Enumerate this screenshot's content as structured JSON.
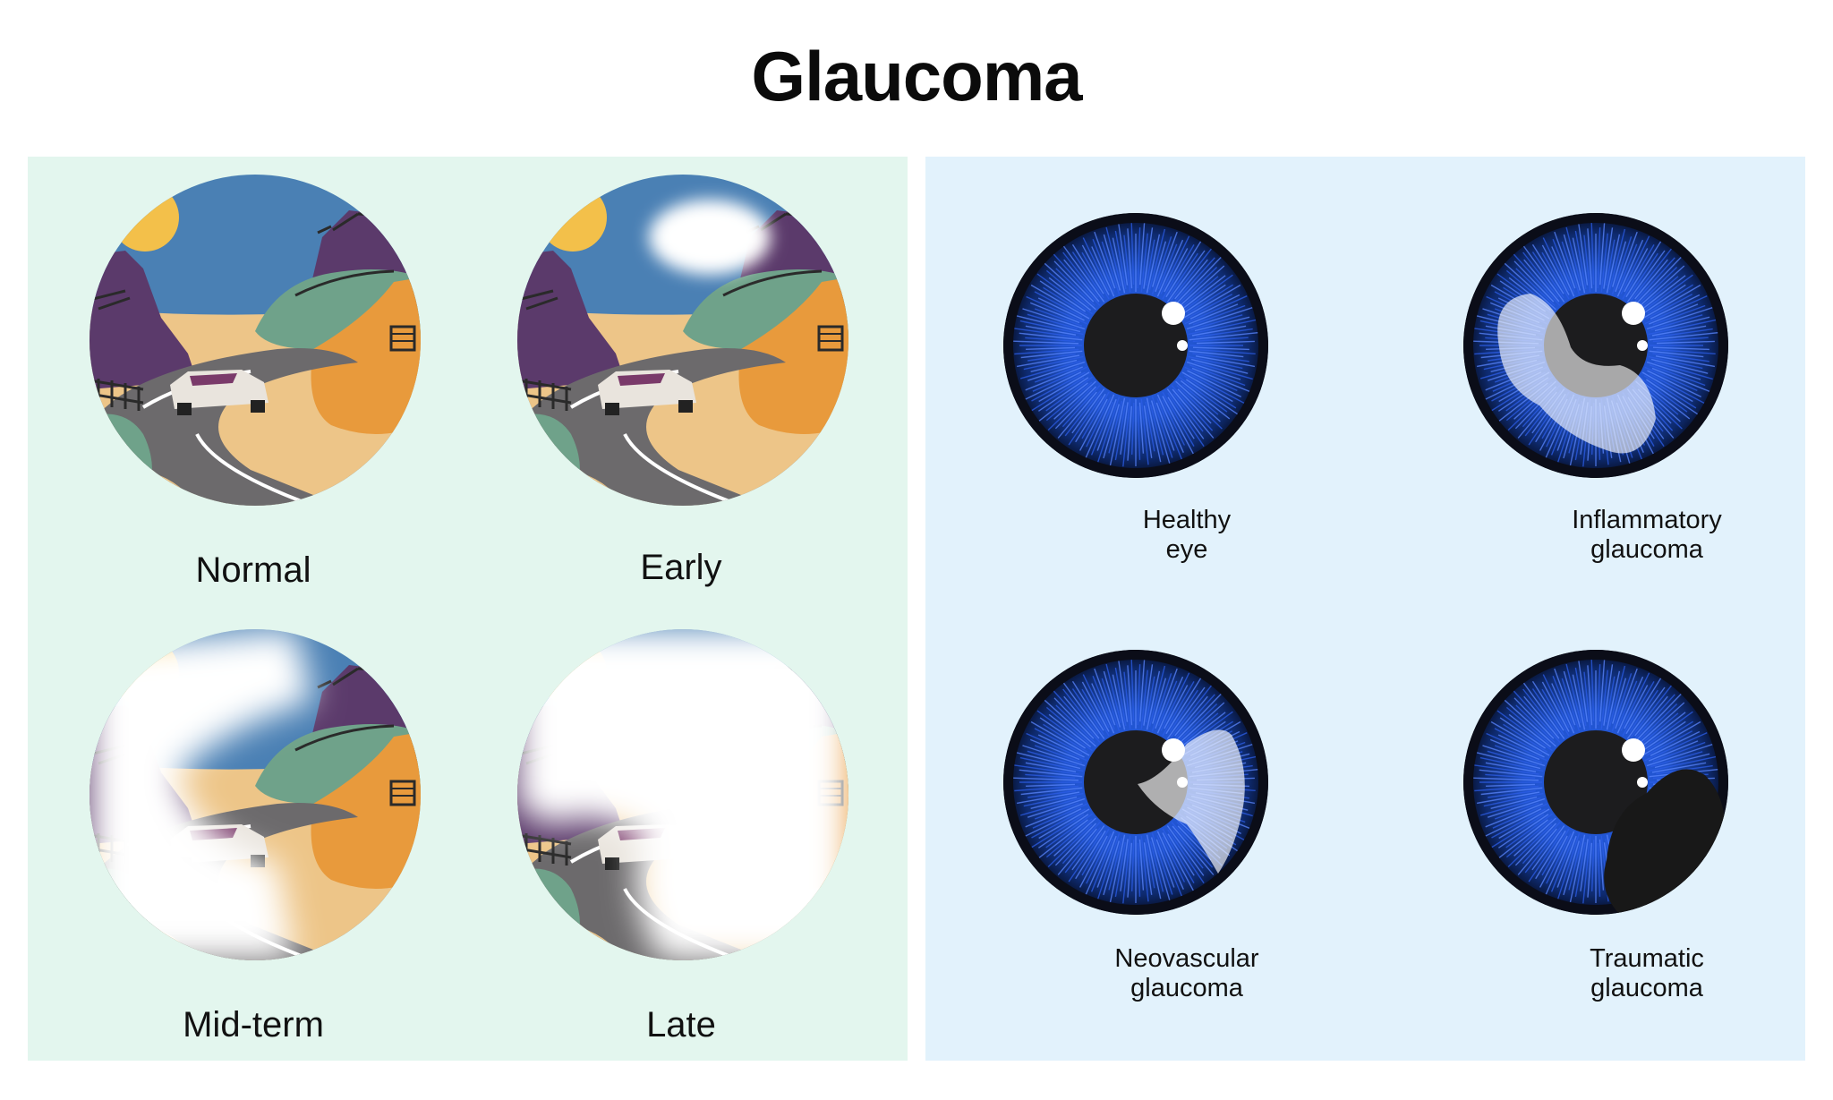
{
  "title": "Glaucoma",
  "colors": {
    "left_panel": "#e3f6ee",
    "right_panel": "#e2f2fc",
    "sky": "#4a80b4",
    "sun": "#f3c04a",
    "sand": "#edc588",
    "cliff_purple": "#5b3a6b",
    "hill_green": "#6fa28a",
    "hill_orange": "#e89a3c",
    "road": "#6c6a6c",
    "iris_blue": "#1f52c9",
    "pupil": "#1c1c1e"
  },
  "stages": [
    {
      "id": "normal",
      "label": "Normal",
      "vision_loss": "none"
    },
    {
      "id": "early",
      "label": "Early",
      "vision_loss": "small blind spot upper right"
    },
    {
      "id": "mid",
      "label": "Mid-term",
      "vision_loss": "left side fogged"
    },
    {
      "id": "late",
      "label": "Late",
      "vision_loss": "nearly complete"
    }
  ],
  "eyes": [
    {
      "id": "healthy",
      "label_lines": [
        "Healthy",
        "eye"
      ]
    },
    {
      "id": "inflammatory",
      "label_lines": [
        "Inflammatory",
        "glaucoma"
      ]
    },
    {
      "id": "neovascular",
      "label_lines": [
        "Neovascular",
        "glaucoma"
      ]
    },
    {
      "id": "traumatic",
      "label_lines": [
        "Traumatic",
        "glaucoma"
      ]
    }
  ]
}
